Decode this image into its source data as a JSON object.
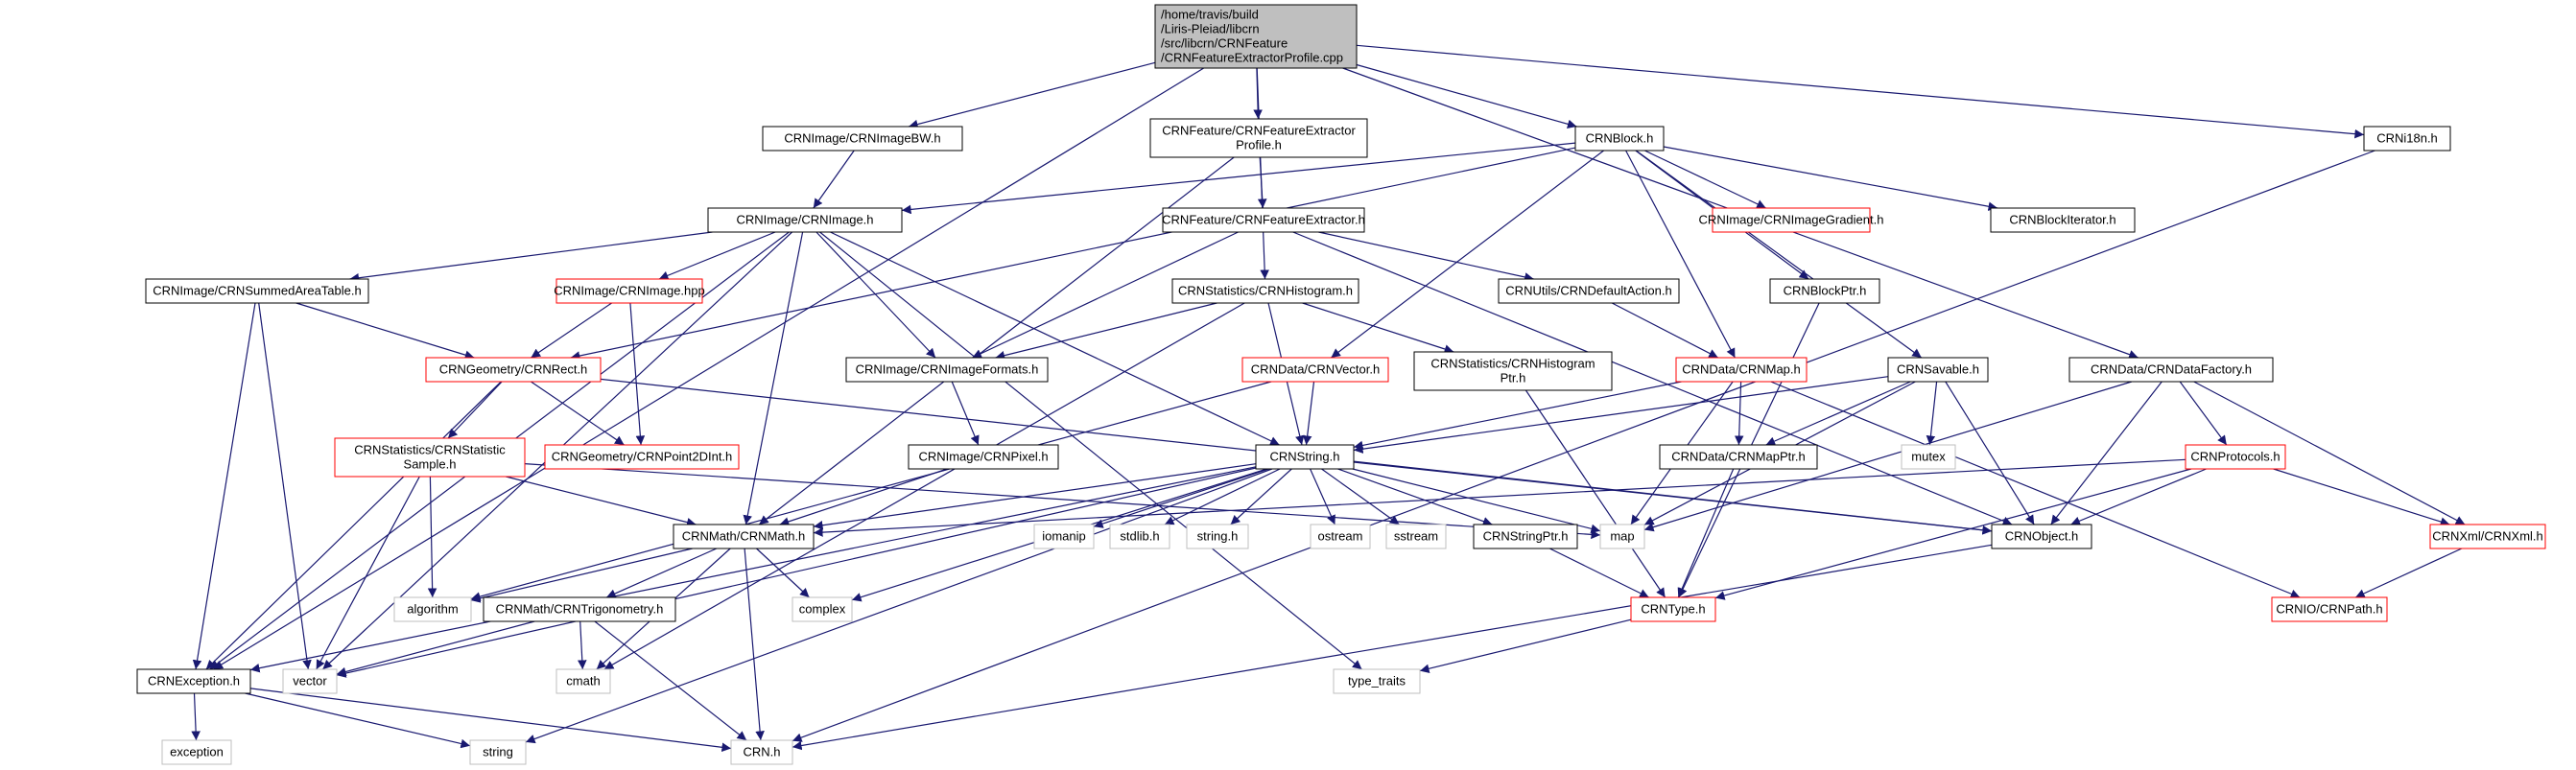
{
  "colors": {
    "edge": "#191970",
    "root_fill": "#bfbfbf",
    "node_border": "#000000",
    "missing_border": "#ff0000",
    "system_border": "#bfbfbf",
    "node_fill": "#ffffff"
  },
  "nodes": [
    {
      "id": "root",
      "kind": "root",
      "lines": [
        "/home/travis/build",
        "/Liris-Pleiad/libcrn",
        "/src/libcrn/CRNFeature",
        "/CRNFeatureExtractorProfile.cpp"
      ]
    },
    {
      "id": "imagebw",
      "kind": "normal",
      "lines": [
        "CRNImage/CRNImageBW.h"
      ]
    },
    {
      "id": "featprof",
      "kind": "normal",
      "lines": [
        "CRNFeature/CRNFeatureExtractor",
        "Profile.h"
      ]
    },
    {
      "id": "block",
      "kind": "normal",
      "lines": [
        "CRNBlock.h"
      ]
    },
    {
      "id": "i18n",
      "kind": "normal",
      "lines": [
        "CRNi18n.h"
      ]
    },
    {
      "id": "image",
      "kind": "normal",
      "lines": [
        "CRNImage/CRNImage.h"
      ]
    },
    {
      "id": "featext",
      "kind": "normal",
      "lines": [
        "CRNFeature/CRNFeatureExtractor.h"
      ]
    },
    {
      "id": "imggrad",
      "kind": "missing",
      "lines": [
        "CRNImage/CRNImageGradient.h"
      ]
    },
    {
      "id": "blockiter",
      "kind": "normal",
      "lines": [
        "CRNBlockIterator.h"
      ]
    },
    {
      "id": "sumarea",
      "kind": "normal",
      "lines": [
        "CRNImage/CRNSummedAreaTable.h"
      ]
    },
    {
      "id": "imagehpp",
      "kind": "missing",
      "lines": [
        "CRNImage/CRNImage.hpp"
      ]
    },
    {
      "id": "histo",
      "kind": "normal",
      "lines": [
        "CRNStatistics/CRNHistogram.h"
      ]
    },
    {
      "id": "defact",
      "kind": "normal",
      "lines": [
        "CRNUtils/CRNDefaultAction.h"
      ]
    },
    {
      "id": "blockptr",
      "kind": "normal",
      "lines": [
        "CRNBlockPtr.h"
      ]
    },
    {
      "id": "rect",
      "kind": "missing",
      "lines": [
        "CRNGeometry/CRNRect.h"
      ]
    },
    {
      "id": "imgformats",
      "kind": "normal",
      "lines": [
        "CRNImage/CRNImageFormats.h"
      ]
    },
    {
      "id": "vectorh",
      "kind": "missing",
      "lines": [
        "CRNData/CRNVector.h"
      ]
    },
    {
      "id": "histoptr",
      "kind": "normal",
      "lines": [
        "CRNStatistics/CRNHistogram",
        "Ptr.h"
      ]
    },
    {
      "id": "mapH",
      "kind": "missing",
      "lines": [
        "CRNData/CRNMap.h"
      ]
    },
    {
      "id": "savable",
      "kind": "normal",
      "lines": [
        "CRNSavable.h"
      ]
    },
    {
      "id": "datafact",
      "kind": "normal",
      "lines": [
        "CRNData/CRNDataFactory.h"
      ]
    },
    {
      "id": "statsample",
      "kind": "missing",
      "lines": [
        "CRNStatistics/CRNStatistic",
        "Sample.h"
      ]
    },
    {
      "id": "point2d",
      "kind": "missing",
      "lines": [
        "CRNGeometry/CRNPoint2DInt.h"
      ]
    },
    {
      "id": "pixel",
      "kind": "normal",
      "lines": [
        "CRNImage/CRNPixel.h"
      ]
    },
    {
      "id": "string",
      "kind": "normal",
      "lines": [
        "CRNString.h"
      ]
    },
    {
      "id": "mapptr",
      "kind": "normal",
      "lines": [
        "CRNData/CRNMapPtr.h"
      ]
    },
    {
      "id": "mutex",
      "kind": "system",
      "lines": [
        "mutex"
      ]
    },
    {
      "id": "protocols",
      "kind": "missing",
      "lines": [
        "CRNProtocols.h"
      ]
    },
    {
      "id": "math",
      "kind": "normal",
      "lines": [
        "CRNMath/CRNMath.h"
      ]
    },
    {
      "id": "iomanip",
      "kind": "system",
      "lines": [
        "iomanip"
      ]
    },
    {
      "id": "stdlib",
      "kind": "system",
      "lines": [
        "stdlib.h"
      ]
    },
    {
      "id": "stringh",
      "kind": "system",
      "lines": [
        "string.h"
      ]
    },
    {
      "id": "ostream",
      "kind": "system",
      "lines": [
        "ostream"
      ]
    },
    {
      "id": "sstream",
      "kind": "system",
      "lines": [
        "sstream"
      ]
    },
    {
      "id": "stringptr",
      "kind": "normal",
      "lines": [
        "CRNStringPtr.h"
      ]
    },
    {
      "id": "map",
      "kind": "system",
      "lines": [
        "map"
      ]
    },
    {
      "id": "object",
      "kind": "normal",
      "lines": [
        "CRNObject.h"
      ]
    },
    {
      "id": "xml",
      "kind": "missing",
      "lines": [
        "CRNXml/CRNXml.h"
      ]
    },
    {
      "id": "algorithm",
      "kind": "system",
      "lines": [
        "algorithm"
      ]
    },
    {
      "id": "complex",
      "kind": "system",
      "lines": [
        "complex"
      ]
    },
    {
      "id": "trigo",
      "kind": "normal",
      "lines": [
        "CRNMath/CRNTrigonometry.h"
      ]
    },
    {
      "id": "type",
      "kind": "missing",
      "lines": [
        "CRNType.h"
      ]
    },
    {
      "id": "path",
      "kind": "missing",
      "lines": [
        "CRNIO/CRNPath.h"
      ]
    },
    {
      "id": "exception",
      "kind": "normal",
      "lines": [
        "CRNException.h"
      ]
    },
    {
      "id": "vector",
      "kind": "system",
      "lines": [
        "vector"
      ]
    },
    {
      "id": "cmath",
      "kind": "system",
      "lines": [
        "cmath"
      ]
    },
    {
      "id": "typetraits",
      "kind": "system",
      "lines": [
        "type_traits"
      ]
    },
    {
      "id": "exceptionstd",
      "kind": "system",
      "lines": [
        "exception"
      ]
    },
    {
      "id": "stdstring",
      "kind": "system",
      "lines": [
        "string"
      ]
    },
    {
      "id": "crnh",
      "kind": "system",
      "lines": [
        "CRN.h"
      ]
    }
  ],
  "edges": [
    [
      "root",
      "imagebw"
    ],
    [
      "root",
      "featprof"
    ],
    [
      "root",
      "block"
    ],
    [
      "root",
      "i18n"
    ],
    [
      "root",
      "histo"
    ],
    [
      "root",
      "datafact"
    ],
    [
      "root",
      "exception"
    ],
    [
      "imagebw",
      "image"
    ],
    [
      "featprof",
      "featext"
    ],
    [
      "featprof",
      "math"
    ],
    [
      "block",
      "image"
    ],
    [
      "block",
      "imggrad"
    ],
    [
      "block",
      "blockiter"
    ],
    [
      "block",
      "blockptr"
    ],
    [
      "block",
      "rect"
    ],
    [
      "block",
      "vectorh"
    ],
    [
      "block",
      "mapH"
    ],
    [
      "block",
      "savable"
    ],
    [
      "i18n",
      "crnh"
    ],
    [
      "image",
      "sumarea"
    ],
    [
      "image",
      "imagehpp"
    ],
    [
      "image",
      "imgformats"
    ],
    [
      "image",
      "math"
    ],
    [
      "image",
      "string"
    ],
    [
      "image",
      "vector"
    ],
    [
      "image",
      "exception"
    ],
    [
      "image",
      "typetraits"
    ],
    [
      "featext",
      "imgformats"
    ],
    [
      "featext",
      "defact"
    ],
    [
      "featext",
      "object"
    ],
    [
      "sumarea",
      "rect"
    ],
    [
      "sumarea",
      "vector"
    ],
    [
      "sumarea",
      "exception"
    ],
    [
      "imagehpp",
      "rect"
    ],
    [
      "imagehpp",
      "point2d"
    ],
    [
      "histo",
      "imgformats"
    ],
    [
      "histo",
      "histoptr"
    ],
    [
      "histo",
      "string"
    ],
    [
      "histo",
      "cmath"
    ],
    [
      "defact",
      "mapH"
    ],
    [
      "blockptr",
      "type"
    ],
    [
      "rect",
      "statsample"
    ],
    [
      "rect",
      "point2d"
    ],
    [
      "rect",
      "object"
    ],
    [
      "rect",
      "exception"
    ],
    [
      "imgformats",
      "pixel"
    ],
    [
      "vectorh",
      "string"
    ],
    [
      "vectorh",
      "algorithm"
    ],
    [
      "histoptr",
      "type"
    ],
    [
      "mapH",
      "string"
    ],
    [
      "mapH",
      "mapptr"
    ],
    [
      "mapH",
      "map"
    ],
    [
      "mapH",
      "path"
    ],
    [
      "savable",
      "string"
    ],
    [
      "savable",
      "mapptr"
    ],
    [
      "savable",
      "mutex"
    ],
    [
      "savable",
      "map"
    ],
    [
      "savable",
      "object"
    ],
    [
      "datafact",
      "protocols"
    ],
    [
      "datafact",
      "xml"
    ],
    [
      "datafact",
      "object"
    ],
    [
      "datafact",
      "map"
    ],
    [
      "statsample",
      "math"
    ],
    [
      "statsample",
      "algorithm"
    ],
    [
      "statsample",
      "vector"
    ],
    [
      "statsample",
      "map"
    ],
    [
      "pixel",
      "math"
    ],
    [
      "string",
      "math"
    ],
    [
      "string",
      "iomanip"
    ],
    [
      "string",
      "stdlib"
    ],
    [
      "string",
      "stringh"
    ],
    [
      "string",
      "ostream"
    ],
    [
      "string",
      "sstream"
    ],
    [
      "string",
      "stringptr"
    ],
    [
      "string",
      "map"
    ],
    [
      "string",
      "object"
    ],
    [
      "string",
      "complex"
    ],
    [
      "string",
      "vector"
    ],
    [
      "string",
      "stdstring"
    ],
    [
      "string",
      "exception"
    ],
    [
      "mapptr",
      "type"
    ],
    [
      "protocols",
      "math"
    ],
    [
      "protocols",
      "object"
    ],
    [
      "protocols",
      "xml"
    ],
    [
      "protocols",
      "type"
    ],
    [
      "math",
      "algorithm"
    ],
    [
      "math",
      "complex"
    ],
    [
      "math",
      "trigo"
    ],
    [
      "math",
      "cmath"
    ],
    [
      "math",
      "crnh"
    ],
    [
      "stringptr",
      "type"
    ],
    [
      "object",
      "crnh"
    ],
    [
      "xml",
      "path"
    ],
    [
      "trigo",
      "vector"
    ],
    [
      "trigo",
      "cmath"
    ],
    [
      "trigo",
      "crnh"
    ],
    [
      "type",
      "typetraits"
    ],
    [
      "exception",
      "exceptionstd"
    ],
    [
      "exception",
      "stdstring"
    ],
    [
      "exception",
      "crnh"
    ]
  ]
}
